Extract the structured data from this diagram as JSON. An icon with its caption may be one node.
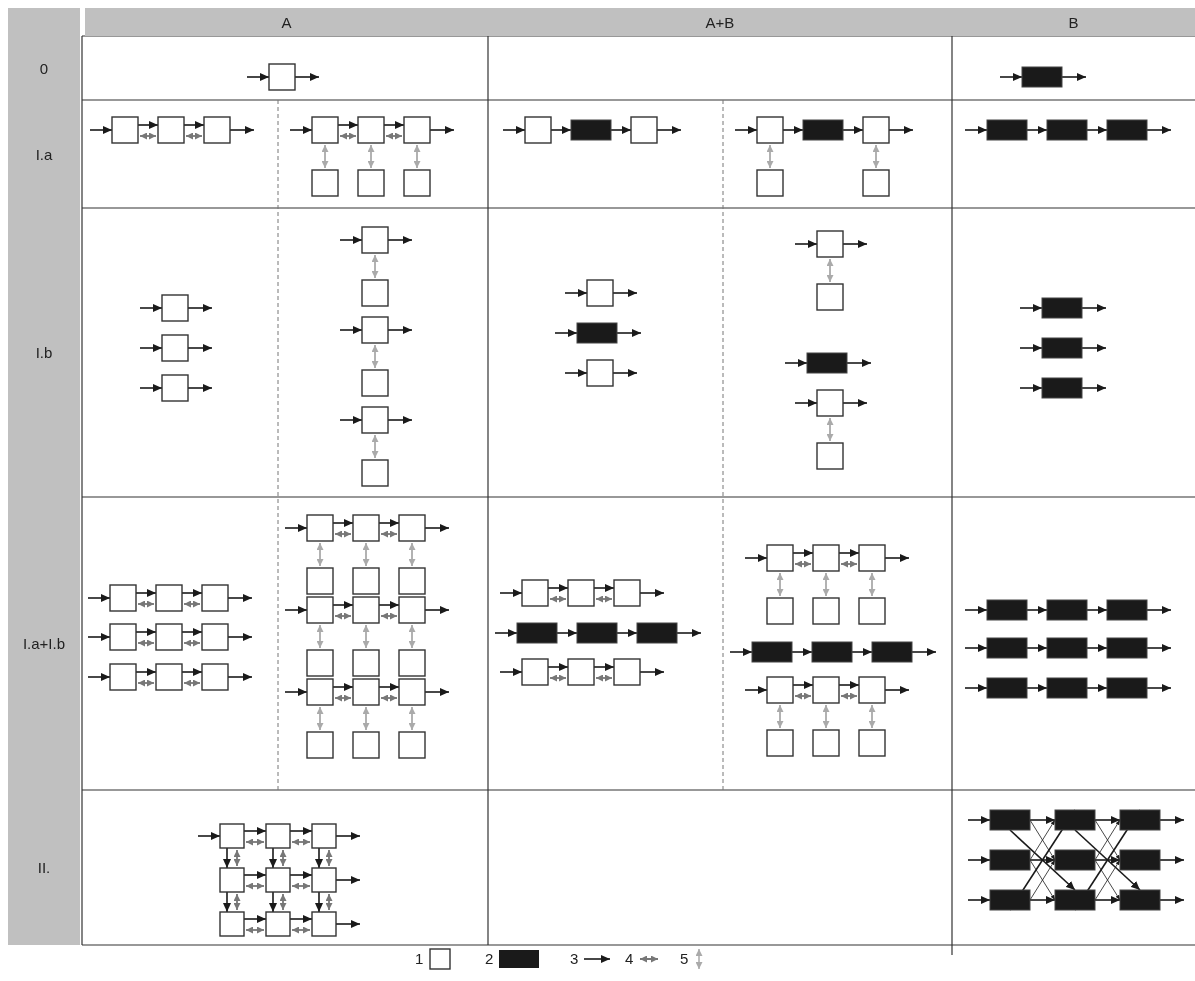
{
  "diagram": {
    "nodes": [
      {
        "text": [],
        "shape": "box"
      },
      {
        "text": [],
        "shape": "bar"
      },
      {
        "text": [],
        "shape": "box"
      },
      {
        "text": [],
        "shape": "box"
      },
      {
        "text": [],
        "shape": "box"
      },
      {
        "text": [],
        "shape": "box"
      },
      {
        "text": [],
        "shape": "box"
      },
      {
        "text": [],
        "shape": "box"
      },
      {
        "text": [],
        "shape": "box"
      },
      {
        "text": [],
        "shape": "box"
      },
      {
        "text": [],
        "shape": "box"
      },
      {
        "text": [],
        "shape": "box"
      },
      {
        "text": [],
        "shape": "bar"
      },
      {
        "text": [],
        "shape": "box"
      },
      {
        "text": [],
        "shape": "box"
      },
      {
        "text": [],
        "shape": "bar"
      },
      {
        "text": [],
        "shape": "box"
      },
      {
        "text": [],
        "shape": "box"
      },
      {
        "text": [],
        "shape": "box"
      },
      {
        "text": [],
        "shape": "bar"
      },
      {
        "text": [],
        "shape": "bar"
      },
      {
        "text": [],
        "shape": "bar"
      },
      {
        "text": [],
        "shape": "box"
      },
      {
        "text": [],
        "shape": "box"
      },
      {
        "text": [],
        "shape": "box"
      },
      {
        "text": [],
        "shape": "box"
      },
      {
        "text": [],
        "shape": "box"
      },
      {
        "text": [],
        "shape": "box"
      },
      {
        "text": [],
        "shape": "box"
      },
      {
        "text": [],
        "shape": "box"
      },
      {
        "text": [],
        "shape": "box"
      },
      {
        "text": [],
        "shape": "box"
      },
      {
        "text": [],
        "shape": "bar"
      },
      {
        "text": [],
        "shape": "box"
      },
      {
        "text": [],
        "shape": "box"
      },
      {
        "text": [],
        "shape": "box"
      },
      {
        "text": [],
        "shape": "bar"
      },
      {
        "text": [],
        "shape": "box"
      },
      {
        "text": [],
        "shape": "box"
      },
      {
        "text": [],
        "shape": "bar"
      },
      {
        "text": [],
        "shape": "bar"
      },
      {
        "text": [],
        "shape": "bar"
      },
      {
        "text": [],
        "shape": "box"
      },
      {
        "text": [],
        "shape": "box"
      },
      {
        "text": [],
        "shape": "box"
      },
      {
        "text": [],
        "shape": "box"
      },
      {
        "text": [],
        "shape": "box"
      },
      {
        "text": [],
        "shape": "box"
      },
      {
        "text": [],
        "shape": "box"
      },
      {
        "text": [],
        "shape": "box"
      },
      {
        "text": [],
        "shape": "box"
      },
      {
        "text": [],
        "shape": "box"
      },
      {
        "text": [],
        "shape": "box"
      },
      {
        "text": [],
        "shape": "box"
      },
      {
        "text": [],
        "shape": "box"
      },
      {
        "text": [],
        "shape": "box"
      },
      {
        "text": [],
        "shape": "box"
      },
      {
        "text": [],
        "shape": "box"
      },
      {
        "text": [],
        "shape": "box"
      },
      {
        "text": [],
        "shape": "box"
      },
      {
        "text": [],
        "shape": "box"
      },
      {
        "text": [],
        "shape": "box"
      },
      {
        "text": [],
        "shape": "box"
      },
      {
        "text": [],
        "shape": "box"
      },
      {
        "text": [],
        "shape": "box"
      },
      {
        "text": [],
        "shape": "box"
      },
      {
        "text": [],
        "shape": "box"
      },
      {
        "text": [],
        "shape": "box"
      },
      {
        "text": [],
        "shape": "box"
      },
      {
        "text": [],
        "shape": "box"
      },
      {
        "text": [],
        "shape": "box"
      },
      {
        "text": [],
        "shape": "box"
      },
      {
        "text": [],
        "shape": "bar"
      },
      {
        "text": [],
        "shape": "bar"
      },
      {
        "text": [],
        "shape": "bar"
      },
      {
        "text": [],
        "shape": "box"
      },
      {
        "text": [],
        "shape": "box"
      },
      {
        "text": [],
        "shape": "box"
      },
      {
        "text": [],
        "shape": "box"
      },
      {
        "text": [],
        "shape": "box"
      },
      {
        "text": [],
        "shape": "box"
      },
      {
        "text": [],
        "shape": "box"
      },
      {
        "text": [],
        "shape": "box"
      },
      {
        "text": [],
        "shape": "box"
      },
      {
        "text": [],
        "shape": "bar"
      },
      {
        "text": [],
        "shape": "bar"
      },
      {
        "text": [],
        "shape": "bar"
      },
      {
        "text": [],
        "shape": "box"
      },
      {
        "text": [],
        "shape": "box"
      },
      {
        "text": [],
        "shape": "box"
      },
      {
        "text": [],
        "shape": "box"
      },
      {
        "text": [],
        "shape": "box"
      },
      {
        "text": [],
        "shape": "box"
      },
      {
        "text": [],
        "shape": "bar"
      },
      {
        "text": [],
        "shape": "bar"
      },
      {
        "text": [],
        "shape": "bar"
      },
      {
        "text": [],
        "shape": "bar"
      },
      {
        "text": [],
        "shape": "bar"
      },
      {
        "text": [],
        "shape": "bar"
      },
      {
        "text": [],
        "shape": "bar"
      },
      {
        "text": [],
        "shape": "bar"
      },
      {
        "text": [],
        "shape": "bar"
      },
      {
        "text": [],
        "shape": "box"
      },
      {
        "text": [],
        "shape": "box"
      },
      {
        "text": [],
        "shape": "box"
      },
      {
        "text": [],
        "shape": "box"
      },
      {
        "text": [],
        "shape": "box"
      },
      {
        "text": [],
        "shape": "box"
      },
      {
        "text": [],
        "shape": "box"
      },
      {
        "text": [],
        "shape": "box"
      },
      {
        "text": [],
        "shape": "box"
      },
      {
        "text": [],
        "shape": "bar"
      },
      {
        "text": [],
        "shape": "bar"
      },
      {
        "text": [],
        "shape": "bar"
      },
      {
        "text": [],
        "shape": "bar"
      },
      {
        "text": [],
        "shape": "bar"
      },
      {
        "text": [],
        "shape": "bar"
      },
      {
        "text": [],
        "shape": "bar"
      },
      {
        "text": [],
        "shape": "bar"
      },
      {
        "text": [],
        "shape": "bar"
      }
    ],
    "edges": [
      {
        "from": null,
        "to": 0,
        "arrow": "to"
      },
      {
        "from": 0,
        "to": null,
        "arrow": "to"
      },
      {
        "from": null,
        "to": 1,
        "arrow": "to"
      },
      {
        "from": 1,
        "to": null,
        "arrow": "to"
      },
      {
        "from": null,
        "to": 2,
        "arrow": "to"
      },
      {
        "from": 2,
        "to": 3,
        "arrow": "to"
      },
      {
        "from": 2,
        "to": 3,
        "arrow": "both",
        "color": "#777777"
      },
      {
        "from": 3,
        "to": 4,
        "arrow": "to"
      },
      {
        "from": 3,
        "to": 4,
        "arrow": "both",
        "color": "#777777"
      },
      {
        "from": 4,
        "to": null,
        "arrow": "to"
      },
      {
        "from": null,
        "to": 5,
        "arrow": "to"
      },
      {
        "from": 5,
        "to": 6,
        "arrow": "to"
      },
      {
        "from": 5,
        "to": 6,
        "arrow": "both",
        "color": "#777777"
      },
      {
        "from": 6,
        "to": 7,
        "arrow": "to"
      },
      {
        "from": 6,
        "to": 7,
        "arrow": "both",
        "color": "#777777"
      },
      {
        "from": 7,
        "to": null,
        "arrow": "to"
      },
      {
        "from": 5,
        "to": 8,
        "arrow": "both",
        "color": "#aaaaaa"
      },
      {
        "from": 6,
        "to": 9,
        "arrow": "both",
        "color": "#aaaaaa"
      },
      {
        "from": 7,
        "to": 10,
        "arrow": "both",
        "color": "#aaaaaa"
      },
      {
        "from": null,
        "to": 11,
        "arrow": "to"
      },
      {
        "from": 11,
        "to": 12,
        "arrow": "to"
      },
      {
        "from": 12,
        "to": 13,
        "arrow": "to"
      },
      {
        "from": 13,
        "to": null,
        "arrow": "to"
      },
      {
        "from": null,
        "to": 14,
        "arrow": "to"
      },
      {
        "from": 14,
        "to": 15,
        "arrow": "to"
      },
      {
        "from": 15,
        "to": 16,
        "arrow": "to"
      },
      {
        "from": 16,
        "to": null,
        "arrow": "to"
      },
      {
        "from": 14,
        "to": 17,
        "arrow": "both",
        "color": "#aaaaaa"
      },
      {
        "from": 16,
        "to": 18,
        "arrow": "both",
        "color": "#aaaaaa"
      },
      {
        "from": null,
        "to": 19,
        "arrow": "to"
      },
      {
        "from": 19,
        "to": 20,
        "arrow": "to"
      },
      {
        "from": 20,
        "to": 21,
        "arrow": "to"
      },
      {
        "from": 21,
        "to": null,
        "arrow": "to"
      },
      {
        "from": null,
        "to": 22,
        "arrow": "to"
      },
      {
        "from": 22,
        "to": null,
        "arrow": "to"
      },
      {
        "from": null,
        "to": 23,
        "arrow": "to"
      },
      {
        "from": 23,
        "to": null,
        "arrow": "to"
      },
      {
        "from": null,
        "to": 24,
        "arrow": "to"
      },
      {
        "from": 24,
        "to": null,
        "arrow": "to"
      },
      {
        "from": null,
        "to": 25,
        "arrow": "to"
      },
      {
        "from": 25,
        "to": null,
        "arrow": "to"
      },
      {
        "from": 25,
        "to": 26,
        "arrow": "both",
        "color": "#aaaaaa"
      },
      {
        "from": null,
        "to": 27,
        "arrow": "to"
      },
      {
        "from": 27,
        "to": null,
        "arrow": "to"
      },
      {
        "from": 27,
        "to": 28,
        "arrow": "both",
        "color": "#aaaaaa"
      },
      {
        "from": null,
        "to": 29,
        "arrow": "to"
      },
      {
        "from": 29,
        "to": null,
        "arrow": "to"
      },
      {
        "from": 29,
        "to": 30,
        "arrow": "both",
        "color": "#aaaaaa"
      },
      {
        "from": null,
        "to": 31,
        "arrow": "to"
      },
      {
        "from": 31,
        "to": null,
        "arrow": "to"
      },
      {
        "from": null,
        "to": 32,
        "arrow": "to"
      },
      {
        "from": 32,
        "to": null,
        "arrow": "to"
      },
      {
        "from": null,
        "to": 33,
        "arrow": "to"
      },
      {
        "from": 33,
        "to": null,
        "arrow": "to"
      },
      {
        "from": null,
        "to": 34,
        "arrow": "to"
      },
      {
        "from": 34,
        "to": null,
        "arrow": "to"
      },
      {
        "from": 34,
        "to": 35,
        "arrow": "both",
        "color": "#aaaaaa"
      },
      {
        "from": null,
        "to": 36,
        "arrow": "to"
      },
      {
        "from": 36,
        "to": null,
        "arrow": "to"
      },
      {
        "from": null,
        "to": 37,
        "arrow": "to"
      },
      {
        "from": 37,
        "to": null,
        "arrow": "to"
      },
      {
        "from": 37,
        "to": 38,
        "arrow": "both",
        "color": "#aaaaaa"
      },
      {
        "from": null,
        "to": 39,
        "arrow": "to"
      },
      {
        "from": 39,
        "to": null,
        "arrow": "to"
      },
      {
        "from": null,
        "to": 40,
        "arrow": "to"
      },
      {
        "from": 40,
        "to": null,
        "arrow": "to"
      },
      {
        "from": null,
        "to": 41,
        "arrow": "to"
      },
      {
        "from": 41,
        "to": null,
        "arrow": "to"
      },
      {
        "from": null,
        "to": 42,
        "arrow": "to"
      },
      {
        "from": 42,
        "to": 43,
        "arrow": "to"
      },
      {
        "from": 42,
        "to": 43,
        "arrow": "both",
        "color": "#777777"
      },
      {
        "from": 43,
        "to": 44,
        "arrow": "to"
      },
      {
        "from": 43,
        "to": 44,
        "arrow": "both",
        "color": "#777777"
      },
      {
        "from": 44,
        "to": null,
        "arrow": "to"
      },
      {
        "from": null,
        "to": 45,
        "arrow": "to"
      },
      {
        "from": 45,
        "to": 46,
        "arrow": "to"
      },
      {
        "from": 45,
        "to": 46,
        "arrow": "both",
        "color": "#777777"
      },
      {
        "from": 46,
        "to": 47,
        "arrow": "to"
      },
      {
        "from": 46,
        "to": 47,
        "arrow": "both",
        "color": "#777777"
      },
      {
        "from": 47,
        "to": null,
        "arrow": "to"
      },
      {
        "from": null,
        "to": 48,
        "arrow": "to"
      },
      {
        "from": 48,
        "to": 49,
        "arrow": "to"
      },
      {
        "from": 48,
        "to": 49,
        "arrow": "both",
        "color": "#777777"
      },
      {
        "from": 49,
        "to": 50,
        "arrow": "to"
      },
      {
        "from": 49,
        "to": 50,
        "arrow": "both",
        "color": "#777777"
      },
      {
        "from": 50,
        "to": null,
        "arrow": "to"
      },
      {
        "from": null,
        "to": 51,
        "arrow": "to"
      },
      {
        "from": 51,
        "to": 52,
        "arrow": "to"
      },
      {
        "from": 51,
        "to": 52,
        "arrow": "both",
        "color": "#777777"
      },
      {
        "from": 52,
        "to": 53,
        "arrow": "to"
      },
      {
        "from": 52,
        "to": 53,
        "arrow": "both",
        "color": "#777777"
      },
      {
        "from": 53,
        "to": null,
        "arrow": "to"
      },
      {
        "from": 51,
        "to": 54,
        "arrow": "both",
        "color": "#aaaaaa"
      },
      {
        "from": 52,
        "to": 55,
        "arrow": "both",
        "color": "#aaaaaa"
      },
      {
        "from": 53,
        "to": 56,
        "arrow": "both",
        "color": "#aaaaaa"
      },
      {
        "from": null,
        "to": 57,
        "arrow": "to"
      },
      {
        "from": 57,
        "to": 58,
        "arrow": "to"
      },
      {
        "from": 57,
        "to": 58,
        "arrow": "both",
        "color": "#777777"
      },
      {
        "from": 58,
        "to": 59,
        "arrow": "to"
      },
      {
        "from": 58,
        "to": 59,
        "arrow": "both",
        "color": "#777777"
      },
      {
        "from": 59,
        "to": null,
        "arrow": "to"
      },
      {
        "from": 57,
        "to": 60,
        "arrow": "both",
        "color": "#aaaaaa"
      },
      {
        "from": 58,
        "to": 61,
        "arrow": "both",
        "color": "#aaaaaa"
      },
      {
        "from": 59,
        "to": 62,
        "arrow": "both",
        "color": "#aaaaaa"
      },
      {
        "from": null,
        "to": 63,
        "arrow": "to"
      },
      {
        "from": 63,
        "to": 64,
        "arrow": "to"
      },
      {
        "from": 63,
        "to": 64,
        "arrow": "both",
        "color": "#777777"
      },
      {
        "from": 64,
        "to": 65,
        "arrow": "to"
      },
      {
        "from": 64,
        "to": 65,
        "arrow": "both",
        "color": "#777777"
      },
      {
        "from": 65,
        "to": null,
        "arrow": "to"
      },
      {
        "from": 63,
        "to": 66,
        "arrow": "both",
        "color": "#aaaaaa"
      },
      {
        "from": 64,
        "to": 67,
        "arrow": "both",
        "color": "#aaaaaa"
      },
      {
        "from": 65,
        "to": 68,
        "arrow": "both",
        "color": "#aaaaaa"
      },
      {
        "from": null,
        "to": 69,
        "arrow": "to"
      },
      {
        "from": 69,
        "to": 70,
        "arrow": "to"
      },
      {
        "from": 69,
        "to": 70,
        "arrow": "both",
        "color": "#777777"
      },
      {
        "from": 70,
        "to": 71,
        "arrow": "to"
      },
      {
        "from": 70,
        "to": 71,
        "arrow": "both",
        "color": "#777777"
      },
      {
        "from": 71,
        "to": null,
        "arrow": "to"
      },
      {
        "from": null,
        "to": 72,
        "arrow": "to"
      },
      {
        "from": 72,
        "to": 73,
        "arrow": "to"
      },
      {
        "from": 73,
        "to": 74,
        "arrow": "to"
      },
      {
        "from": 74,
        "to": null,
        "arrow": "to"
      },
      {
        "from": null,
        "to": 75,
        "arrow": "to"
      },
      {
        "from": 75,
        "to": 76,
        "arrow": "to"
      },
      {
        "from": 75,
        "to": 76,
        "arrow": "both",
        "color": "#777777"
      },
      {
        "from": 76,
        "to": 77,
        "arrow": "to"
      },
      {
        "from": 76,
        "to": 77,
        "arrow": "both",
        "color": "#777777"
      },
      {
        "from": 77,
        "to": null,
        "arrow": "to"
      },
      {
        "from": null,
        "to": 78,
        "arrow": "to"
      },
      {
        "from": 78,
        "to": 79,
        "arrow": "to"
      },
      {
        "from": 78,
        "to": 79,
        "arrow": "both",
        "color": "#777777"
      },
      {
        "from": 79,
        "to": 80,
        "arrow": "to"
      },
      {
        "from": 79,
        "to": 80,
        "arrow": "both",
        "color": "#777777"
      },
      {
        "from": 80,
        "to": null,
        "arrow": "to"
      },
      {
        "from": 78,
        "to": 81,
        "arrow": "both",
        "color": "#aaaaaa"
      },
      {
        "from": 79,
        "to": 82,
        "arrow": "both",
        "color": "#aaaaaa"
      },
      {
        "from": 80,
        "to": 83,
        "arrow": "both",
        "color": "#aaaaaa"
      },
      {
        "from": null,
        "to": 84,
        "arrow": "to"
      },
      {
        "from": 84,
        "to": 85,
        "arrow": "to"
      },
      {
        "from": 85,
        "to": 86,
        "arrow": "to"
      },
      {
        "from": 86,
        "to": null,
        "arrow": "to"
      },
      {
        "from": null,
        "to": 87,
        "arrow": "to"
      },
      {
        "from": 87,
        "to": 88,
        "arrow": "to"
      },
      {
        "from": 87,
        "to": 88,
        "arrow": "both",
        "color": "#777777"
      },
      {
        "from": 88,
        "to": 89,
        "arrow": "to"
      },
      {
        "from": 88,
        "to": 89,
        "arrow": "both",
        "color": "#777777"
      },
      {
        "from": 89,
        "to": null,
        "arrow": "to"
      },
      {
        "from": 87,
        "to": 90,
        "arrow": "both",
        "color": "#aaaaaa"
      },
      {
        "from": 88,
        "to": 91,
        "arrow": "both",
        "color": "#aaaaaa"
      },
      {
        "from": 89,
        "to": 92,
        "arrow": "both",
        "color": "#aaaaaa"
      },
      {
        "from": null,
        "to": 93,
        "arrow": "to"
      },
      {
        "from": 93,
        "to": 94,
        "arrow": "to"
      },
      {
        "from": 94,
        "to": 95,
        "arrow": "to"
      },
      {
        "from": 95,
        "to": null,
        "arrow": "to"
      },
      {
        "from": null,
        "to": 96,
        "arrow": "to"
      },
      {
        "from": 96,
        "to": 97,
        "arrow": "to"
      },
      {
        "from": 97,
        "to": 98,
        "arrow": "to"
      },
      {
        "from": 98,
        "to": null,
        "arrow": "to"
      },
      {
        "from": null,
        "to": 99,
        "arrow": "to"
      },
      {
        "from": 99,
        "to": 100,
        "arrow": "to"
      },
      {
        "from": 100,
        "to": 101,
        "arrow": "to"
      },
      {
        "from": 101,
        "to": null,
        "arrow": "to"
      },
      {
        "from": null,
        "to": 102,
        "arrow": "to"
      },
      {
        "from": 102,
        "to": 103,
        "arrow": "to"
      },
      {
        "from": 102,
        "to": 103,
        "arrow": "both",
        "color": "#777777"
      },
      {
        "from": 103,
        "to": 104,
        "arrow": "to"
      },
      {
        "from": 103,
        "to": 104,
        "arrow": "both",
        "color": "#777777"
      },
      {
        "from": 104,
        "to": null,
        "arrow": "to"
      },
      {
        "from": 105,
        "to": 106,
        "arrow": "to"
      },
      {
        "from": 105,
        "to": 106,
        "arrow": "both",
        "color": "#777777"
      },
      {
        "from": 106,
        "to": 107,
        "arrow": "to"
      },
      {
        "from": 106,
        "to": 107,
        "arrow": "both",
        "color": "#777777"
      },
      {
        "from": 107,
        "to": null,
        "arrow": "to"
      },
      {
        "from": 108,
        "to": 109,
        "arrow": "to"
      },
      {
        "from": 108,
        "to": 109,
        "arrow": "both",
        "color": "#777777"
      },
      {
        "from": 109,
        "to": 110,
        "arrow": "to"
      },
      {
        "from": 109,
        "to": 110,
        "arrow": "both",
        "color": "#777777"
      },
      {
        "from": 110,
        "to": null,
        "arrow": "to"
      },
      {
        "from": 102,
        "to": 105,
        "arrow": "to"
      },
      {
        "from": 102,
        "to": 105,
        "arrow": "both",
        "color": "#777777"
      },
      {
        "from": 103,
        "to": 106,
        "arrow": "to"
      },
      {
        "from": 103,
        "to": 106,
        "arrow": "both",
        "color": "#777777"
      },
      {
        "from": 104,
        "to": 107,
        "arrow": "to"
      },
      {
        "from": 104,
        "to": 107,
        "arrow": "both",
        "color": "#777777"
      },
      {
        "from": 105,
        "to": 108,
        "arrow": "to"
      },
      {
        "from": 105,
        "to": 108,
        "arrow": "both",
        "color": "#777777"
      },
      {
        "from": 106,
        "to": 109,
        "arrow": "to"
      },
      {
        "from": 106,
        "to": 109,
        "arrow": "both",
        "color": "#777777"
      },
      {
        "from": 107,
        "to": 110,
        "arrow": "to"
      },
      {
        "from": 107,
        "to": 110,
        "arrow": "both",
        "color": "#777777"
      },
      {
        "from": null,
        "to": 111,
        "arrow": "to"
      },
      {
        "from": 111,
        "to": 112,
        "arrow": "to"
      },
      {
        "from": 112,
        "to": 113,
        "arrow": "to"
      },
      {
        "from": 113,
        "to": null,
        "arrow": "to"
      },
      {
        "from": null,
        "to": 114,
        "arrow": "to"
      },
      {
        "from": 114,
        "to": 115,
        "arrow": "to"
      },
      {
        "from": 115,
        "to": 116,
        "arrow": "to"
      },
      {
        "from": 116,
        "to": null,
        "arrow": "to"
      },
      {
        "from": null,
        "to": 117,
        "arrow": "to"
      },
      {
        "from": 117,
        "to": 118,
        "arrow": "to"
      },
      {
        "from": 118,
        "to": 119,
        "arrow": "to"
      },
      {
        "from": 119,
        "to": null,
        "arrow": "to"
      },
      {
        "from": 111,
        "to": 115,
        "arrow": "to"
      },
      {
        "from": 111,
        "to": 118,
        "arrow": "to"
      },
      {
        "from": 114,
        "to": 112,
        "arrow": "to"
      },
      {
        "from": 114,
        "to": 118,
        "arrow": "to"
      },
      {
        "from": 117,
        "to": 112,
        "arrow": "to"
      },
      {
        "from": 117,
        "to": 115,
        "arrow": "to"
      },
      {
        "from": 112,
        "to": 116,
        "arrow": "to"
      },
      {
        "from": 112,
        "to": 119,
        "arrow": "to"
      },
      {
        "from": 115,
        "to": 113,
        "arrow": "to"
      },
      {
        "from": 115,
        "to": 119,
        "arrow": "to"
      },
      {
        "from": 118,
        "to": 113,
        "arrow": "to"
      },
      {
        "from": 118,
        "to": 116,
        "arrow": "to"
      }
    ],
    "labels": [
      "A",
      "A+B",
      "B",
      "0",
      "I.a",
      "I.b",
      "I.a+I.b",
      "II."
    ],
    "legend": [
      {
        "text": "1"
      },
      {
        "text": "2"
      },
      {
        "text": "3"
      },
      {
        "text": "4"
      },
      {
        "text": "5"
      }
    ]
  }
}
